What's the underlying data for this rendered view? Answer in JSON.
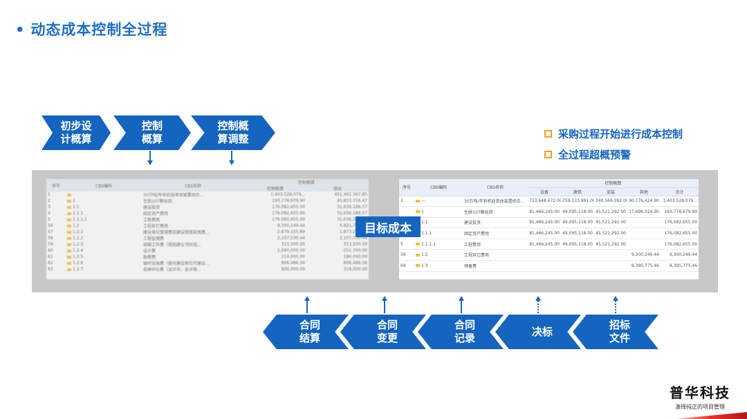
{
  "title": "动态成本控制全过程",
  "bullet_char": "•",
  "top_flow": [
    {
      "line1": "初步设",
      "line2": "计概算"
    },
    {
      "line1": "控制",
      "line2": "概算"
    },
    {
      "line1": "控制概",
      "line2": "算调整"
    }
  ],
  "bottom_flow": [
    {
      "line1": "合同",
      "line2": "结算"
    },
    {
      "line1": "合同",
      "line2": "变更"
    },
    {
      "line1": "合同",
      "line2": "记录"
    },
    {
      "line1": "决标",
      "line2": ""
    },
    {
      "line1": "招标",
      "line2": "文件"
    }
  ],
  "bullets": [
    "采购过程开始进行成本控制",
    "全过程超概预警"
  ],
  "target_label": "目标成本",
  "left_table": {
    "group_header": "控制概算",
    "headers": [
      "序号",
      "CBS编码",
      "CBS名称",
      "控制概算",
      "结余"
    ],
    "rows": [
      [
        "1",
        "",
        "30万吨/年有机硅单体装置综合...",
        "1,403,528,079...",
        "451,461,367.85"
      ],
      [
        "2",
        "1",
        "生脱107聚硅烷",
        "193,778,679.90",
        "45,853,716.47"
      ],
      [
        "3",
        "1.1",
        "建设投资",
        "176,082,655.00",
        "31,636,189.57"
      ],
      [
        "4",
        "1.1.1",
        "固定资产费用",
        "176,082,655.00",
        "31,636,189.57"
      ],
      [
        "5",
        "1.1.1.1",
        "工程费用",
        "176,082,655.00",
        "31,636,189.57"
      ],
      [
        "56",
        "1.2",
        "工程其它费用",
        "9,300,249.44",
        "5,821,751.52"
      ],
      [
        "57",
        "1.2.1",
        "建设单位管理费及建设管理其他费...",
        "2,879,155.89",
        "1,873,277.89"
      ],
      [
        "58",
        "1.2.2",
        "工程监理费",
        "2,107,530.44",
        "2,107,530.44"
      ],
      [
        "59",
        "1.2.3",
        "前期工作费（规划建议书阶段...",
        "313,500.00",
        "313,500.00"
      ],
      [
        "60",
        "1.2.4",
        "设计费",
        "2,090,000.00",
        "-251,700.00"
      ],
      [
        "61",
        "1.2.5",
        "勘察费",
        "214,000.00",
        "186,000.00"
      ],
      [
        "62",
        "1.2.6",
        "临时设施费（委托建设单位代建设...",
        "806,486.56",
        "806,486.56"
      ],
      [
        "63",
        "1.2.7",
        "各种评价费（含环评、安评等...",
        "800,000.00",
        "319,000.00"
      ]
    ]
  },
  "right_table": {
    "group_header": "控制概算",
    "headers": [
      "序号",
      "CBS编码",
      "CBS名称",
      "设备",
      "建筑",
      "安装",
      "其他",
      "合计"
    ],
    "rows": [
      [
        "1",
        "—",
        "30万吨/年有机硅单体装置综合...",
        "713,648,672.00",
        "259,133,891.00",
        "340,569,092.00",
        "90,176,424.90",
        "1,403,528,079..."
      ],
      [
        "",
        "1",
        "生脱107聚硅烷",
        "81,466,245.00",
        "49,095,118.00",
        "45,521,292.00",
        "17,696,024.90",
        "193,778,679.90"
      ],
      [
        "",
        "1.1",
        "建设投资",
        "81,466,245.00",
        "49,095,118.00",
        "45,521,292.00",
        "",
        "176,082,655.00"
      ],
      [
        "4",
        "1.1.1",
        "固定资产费用",
        "81,466,245.00",
        "49,095,118.00",
        "45,521,292.00",
        "",
        "176,082,655.00"
      ],
      [
        "5",
        "1.1.1.1",
        "工程费用",
        "81,466,245.00",
        "49,095,118.00",
        "45,521,292.00",
        "",
        "176,082,655.00"
      ],
      [
        "56",
        "1.2",
        "工程其它费用",
        "",
        "",
        "",
        "9,300,249.44",
        "9,300,249.44"
      ],
      [
        "69",
        "1.3",
        "预备费",
        "",
        "",
        "",
        "8,395,775.46",
        "8,395,775.46"
      ]
    ]
  },
  "logo": {
    "name": "普华科技",
    "tagline": "演绎纯正的项目管理"
  },
  "colors": {
    "primary": "#1565c0",
    "accent": "#f0a020",
    "logo_red": "#e8322e"
  }
}
